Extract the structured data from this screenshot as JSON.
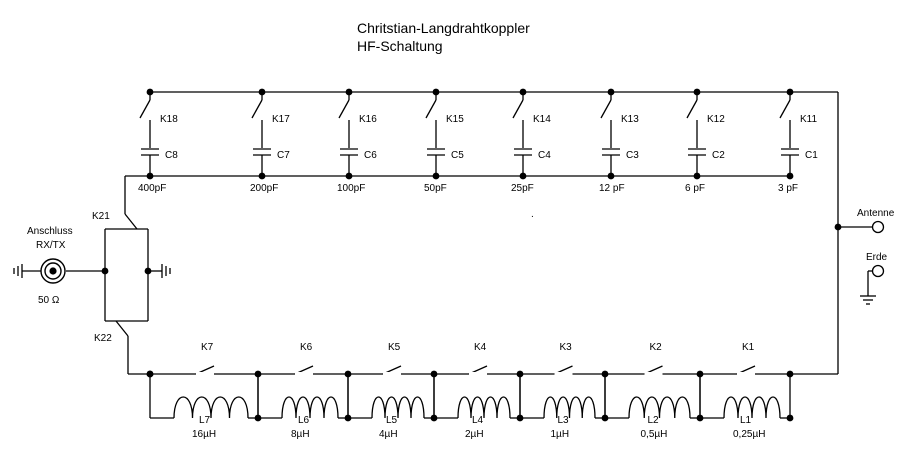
{
  "title": {
    "line1": "Chritstian-Langdrahtkoppler",
    "line2": "HF-Schaltung"
  },
  "connectors": {
    "input_label1": "Anschluss",
    "input_label2": "RX/TX",
    "impedance": "50 Ω",
    "antenna": "Antenne",
    "ground": "Erde"
  },
  "relays_input": {
    "top": "K21",
    "bottom": "K22"
  },
  "capacitor_bank": [
    {
      "relay": "K18",
      "cap": "C8",
      "value": "400pF"
    },
    {
      "relay": "K17",
      "cap": "C7",
      "value": "200pF"
    },
    {
      "relay": "K16",
      "cap": "C6",
      "value": "100pF"
    },
    {
      "relay": "K15",
      "cap": "C5",
      "value": "50pF"
    },
    {
      "relay": "K14",
      "cap": "C4",
      "value": "25pF"
    },
    {
      "relay": "K13",
      "cap": "C3",
      "value": "12 pF"
    },
    {
      "relay": "K12",
      "cap": "C2",
      "value": "6 pF"
    },
    {
      "relay": "K11",
      "cap": "C1",
      "value": "3 pF"
    }
  ],
  "inductor_bank": [
    {
      "relay": "K7",
      "coil": "L7",
      "value": "16µH"
    },
    {
      "relay": "K6",
      "coil": "L6",
      "value": "8µH"
    },
    {
      "relay": "K5",
      "coil": "L5",
      "value": "4µH"
    },
    {
      "relay": "K4",
      "coil": "L4",
      "value": "2µH"
    },
    {
      "relay": "K3",
      "coil": "L3",
      "value": "1µH"
    },
    {
      "relay": "K2",
      "coil": "L2",
      "value": "0,5µH"
    },
    {
      "relay": "K1",
      "coil": "L1",
      "value": "0,25µH"
    }
  ]
}
